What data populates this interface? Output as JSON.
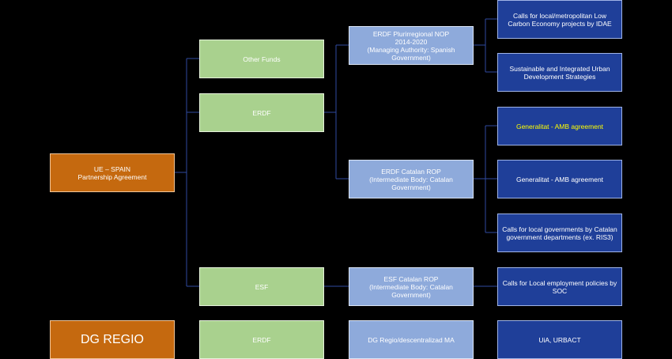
{
  "root": {
    "line1": "UE – SPAIN",
    "line2": "Partnership Agreement"
  },
  "funds": {
    "other_funds": "Other Funds",
    "erdf": "ERDF",
    "esf": "ESF"
  },
  "programmes": {
    "erdf_pluri": {
      "line1": "ERDF Plurirregional NOP",
      "line2": "2014-2020",
      "line3": "(Managing Authority: Spanish Government)"
    },
    "erdf_catalan": {
      "line1": "ERDF Catalan ROP",
      "line2": "(Intermediate Body: Catalan Government)"
    },
    "esf_catalan": {
      "line1": "ESF Catalan ROP",
      "line2": "(Intermediate Body: Catalan Government)"
    }
  },
  "outcomes": {
    "idae": "Calls for local/metropolitan Low Carbon Economy projects by IDAE",
    "sustainable": "Sustainable and Integrated Urban Development Strategies",
    "amb1": "Generalitat - AMB agreement",
    "amb2": "Generalitat - AMB agreement",
    "local_gov": "Calls for local governments by Catalan government departments (ex. RIS3)",
    "employment": "Calls for Local employment policies by SOC"
  },
  "bottom_row": {
    "dg_regio": "DG REGIO",
    "erdf": "ERDF",
    "dg_descent": "DG Regio/descentralizad MA",
    "uia": "UiA, URBACT"
  },
  "colors": {
    "orange": "#c5690f",
    "green": "#a9d18e",
    "light_blue": "#8eaadb",
    "dark_blue": "#1f3f99",
    "connector": "#2f4aa0",
    "highlight_text": "#ffff00"
  }
}
